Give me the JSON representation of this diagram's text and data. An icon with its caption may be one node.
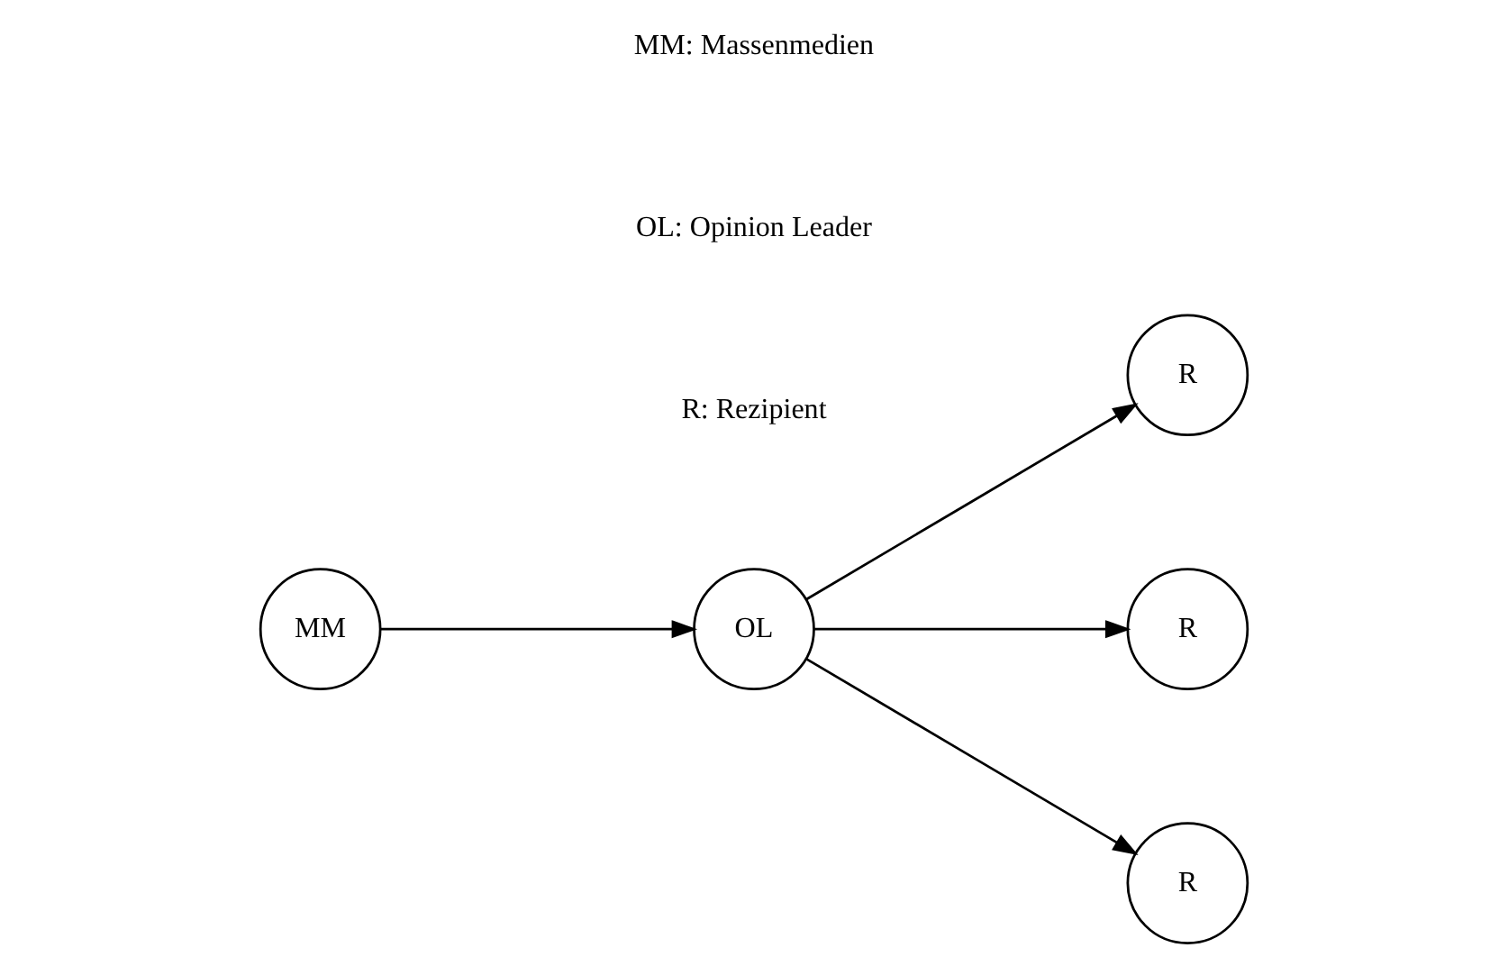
{
  "diagram": {
    "nodes": [
      {
        "text": [
          "MM"
        ]
      },
      {
        "text": [
          "OL"
        ]
      },
      {
        "text": [
          "R"
        ]
      },
      {
        "text": [
          "R"
        ]
      },
      {
        "text": [
          "R"
        ]
      }
    ],
    "edges": [
      {
        "from": 0,
        "to": 1,
        "arrow": "to"
      },
      {
        "from": 1,
        "to": 2,
        "arrow": "to"
      },
      {
        "from": 1,
        "to": 3,
        "arrow": "to"
      },
      {
        "from": 1,
        "to": 4,
        "arrow": "to"
      }
    ],
    "labels": [
      "MM: Massenmedien",
      "OL: Opinion Leader",
      "R: Rezipient"
    ]
  }
}
